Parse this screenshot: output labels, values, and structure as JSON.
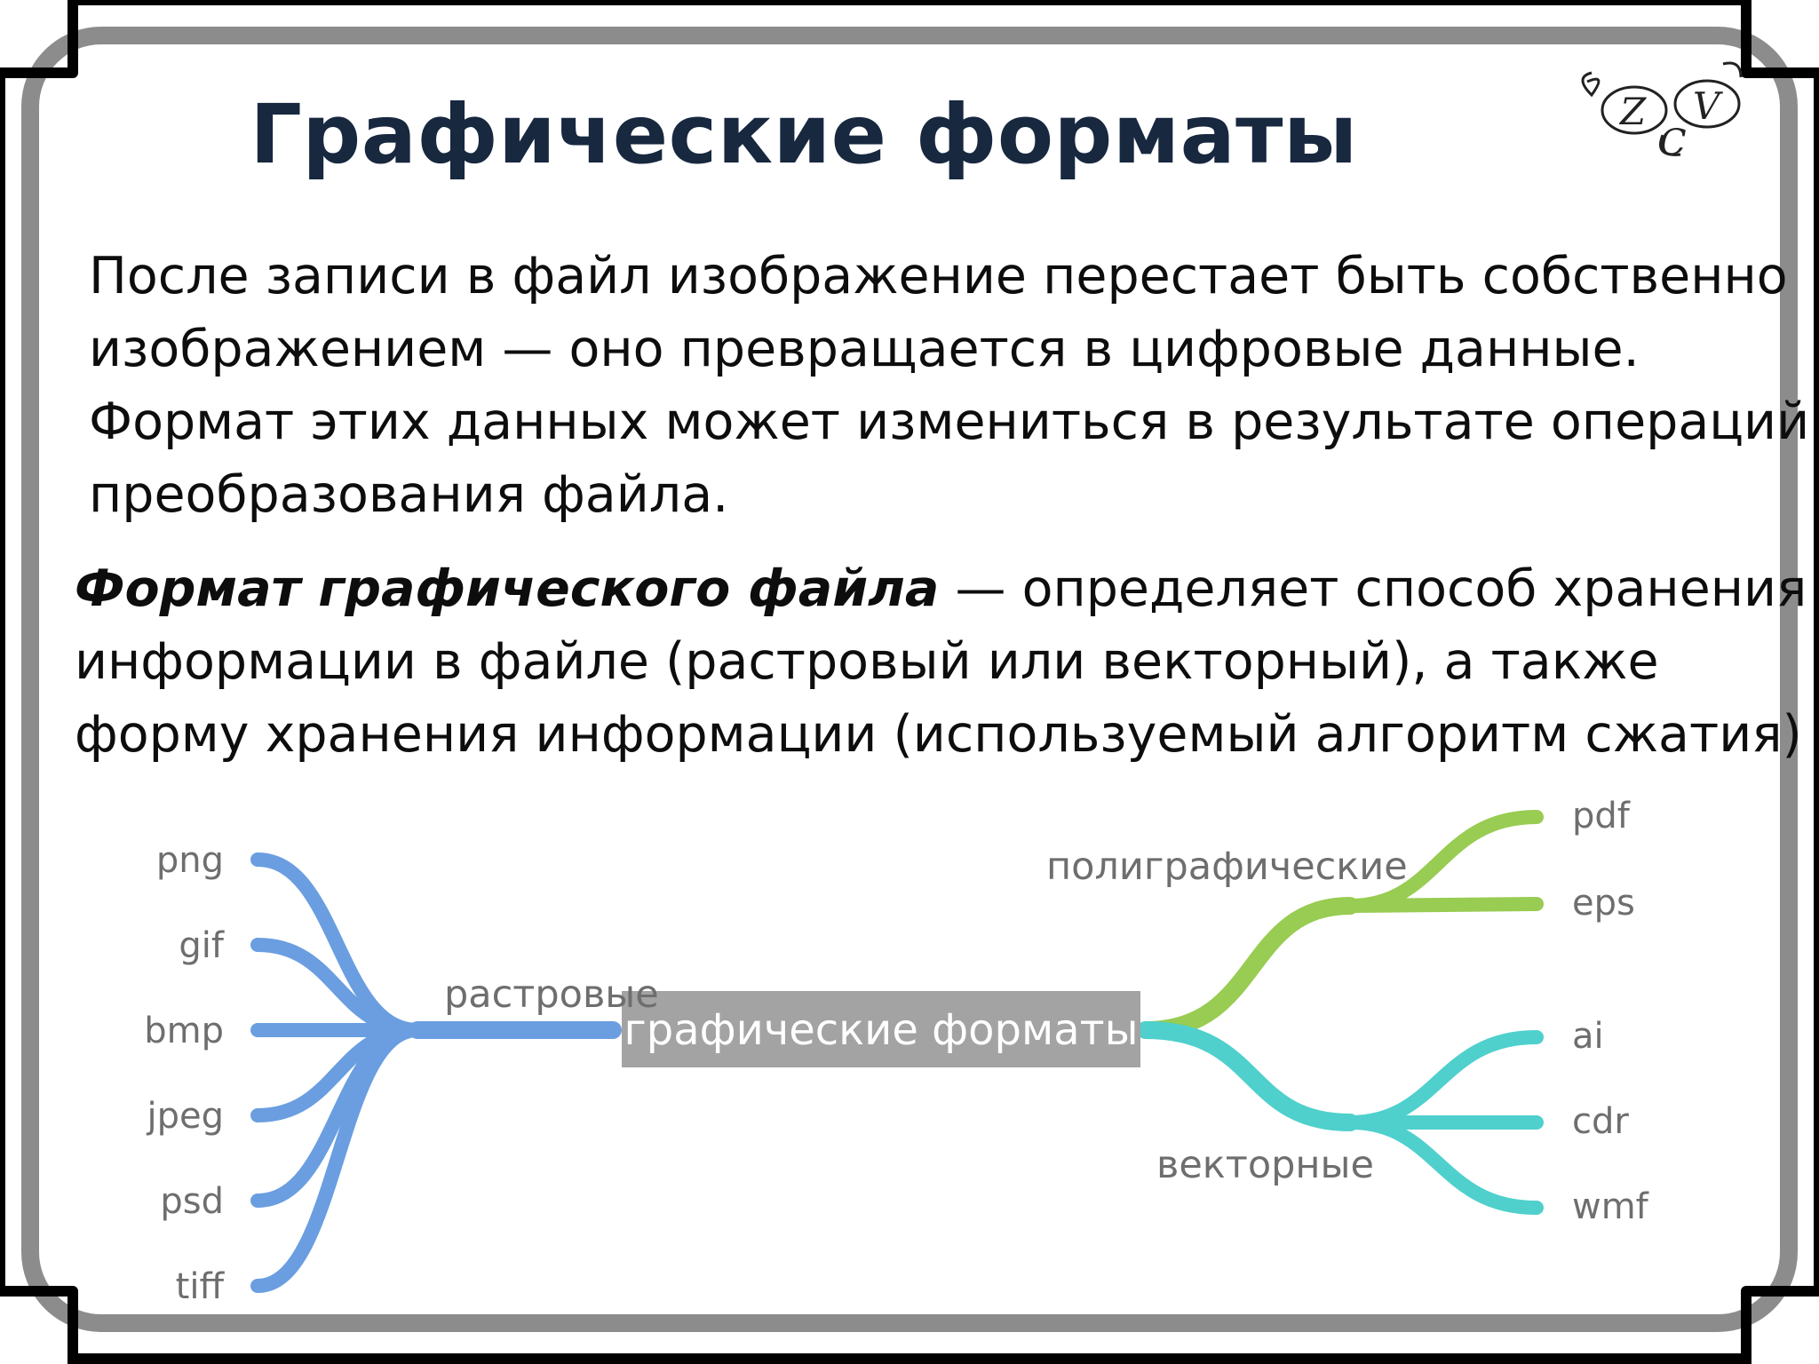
{
  "slide": {
    "title": "Графические форматы",
    "paragraph_lines": [
      "После записи в файл изображение перестает быть собственно",
      "изображением — оно превращается в цифровые данные.",
      "Формат этих данных может измениться в результате операций",
      "преобразования файла."
    ],
    "definition": {
      "term": "Формат графического файла",
      "rest_line1": " — определяет способ хранения",
      "line2": "информации в файле (растровый или векторный), а также",
      "line3": "форму хранения информации (используемый алгоритм сжатия)"
    },
    "logo": {
      "letters": [
        "Z",
        "C",
        "V"
      ]
    }
  },
  "mindmap": {
    "center": "графические форматы",
    "raster": {
      "label": "растровые",
      "color": "#6a9ee0",
      "items": [
        "png",
        "gif",
        "bmp",
        "jpeg",
        "psd",
        "tiff"
      ]
    },
    "print": {
      "label": "полиграфические",
      "color": "#98cc52",
      "items": [
        "pdf",
        "eps"
      ]
    },
    "vector": {
      "label": "векторные",
      "color": "#4fd0cc",
      "items": [
        "ai",
        "cdr",
        "wmf"
      ]
    },
    "colors": {
      "center_box": "#a3a3a3",
      "label_text": "#6e6e6e",
      "title": "#17283f"
    }
  }
}
